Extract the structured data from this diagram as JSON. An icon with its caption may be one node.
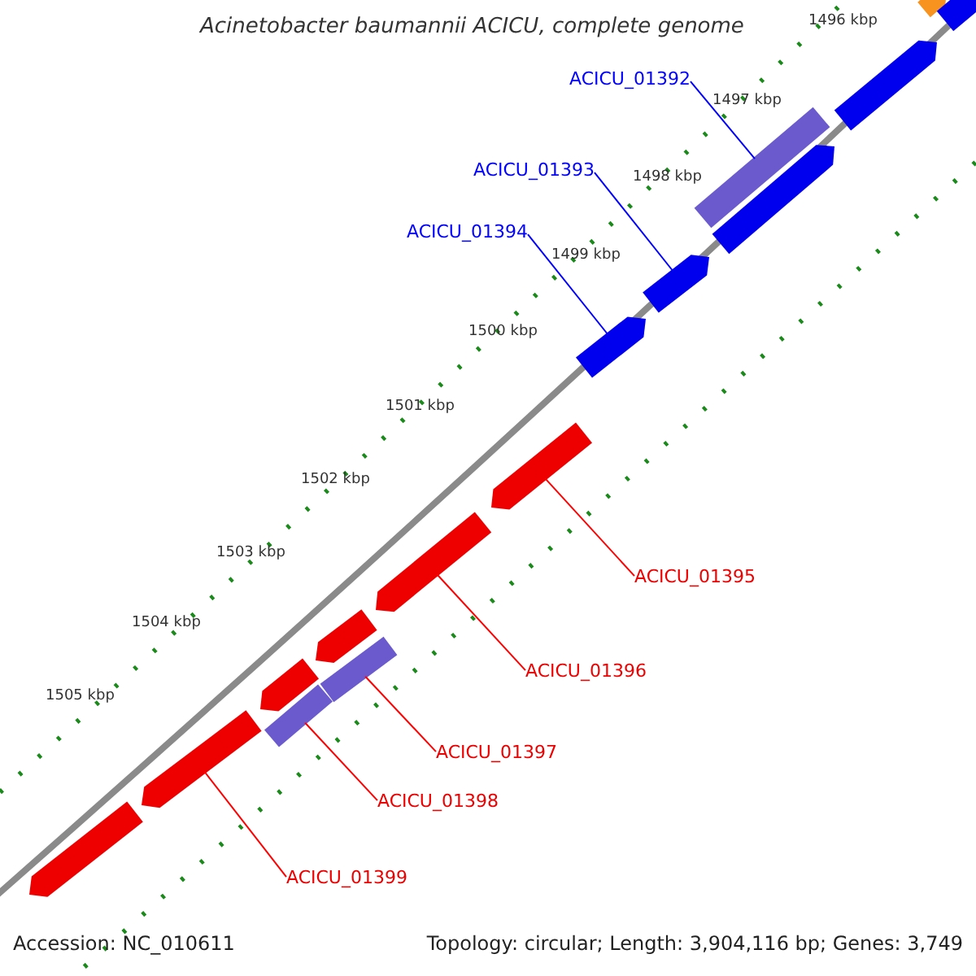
{
  "diagram": {
    "title": "Acinetobacter baumannii ACICU, complete genome",
    "nodes": [
      {
        "text": [
          "ACICU_01392"
        ]
      },
      {
        "text": [
          "ACICU_01393"
        ]
      },
      {
        "text": [
          "ACICU_01394"
        ]
      },
      {
        "text": [
          "ACICU_01395"
        ]
      },
      {
        "text": [
          "ACICU_01396"
        ]
      },
      {
        "text": [
          "ACICU_01397"
        ]
      },
      {
        "text": [
          "ACICU_01398"
        ]
      },
      {
        "text": [
          "ACICU_01399"
        ]
      },
      {
        "text": [],
        "shape": "arrow"
      },
      {
        "text": [],
        "shape": "arrow"
      },
      {
        "text": [],
        "shape": "arrow"
      },
      {
        "text": [],
        "shape": "bar"
      },
      {
        "text": [],
        "shape": "arrow"
      },
      {
        "text": [],
        "shape": "arrow"
      },
      {
        "text": [],
        "shape": "arrow"
      },
      {
        "text": [],
        "shape": "arrow"
      },
      {
        "text": [],
        "shape": "arrow"
      },
      {
        "text": [],
        "shape": "arrow"
      },
      {
        "text": [],
        "shape": "bar"
      },
      {
        "text": [],
        "shape": "arrow"
      },
      {
        "text": [],
        "shape": "bar"
      },
      {
        "text": [],
        "shape": "arrow"
      },
      {
        "text": [],
        "shape": "arrow"
      }
    ],
    "edges": [
      {
        "from": 0,
        "to": 11,
        "arrow": "none",
        "color": "#0000ff"
      },
      {
        "from": 1,
        "to": 13,
        "arrow": "none",
        "color": "#0000ff"
      },
      {
        "from": 2,
        "to": 14,
        "arrow": "none",
        "color": "#0000ff"
      },
      {
        "from": 3,
        "to": 15,
        "arrow": "none"
      },
      {
        "from": 4,
        "to": 16,
        "arrow": "none"
      },
      {
        "from": 5,
        "to": 18,
        "arrow": "none"
      },
      {
        "from": 6,
        "to": 20,
        "arrow": "none"
      },
      {
        "from": 7,
        "to": 21,
        "arrow": "none"
      }
    ],
    "labels": [
      "1496 kbp",
      "1497 kbp",
      "1498 kbp",
      "1499 kbp",
      "1500 kbp",
      "1501 kbp",
      "1502 kbp",
      "1503 kbp",
      "1504 kbp",
      "1505 kbp",
      "Accession: NC_010611",
      "Topology: circular; Length: 3,904,116 bp; Genes: 3,749"
    ]
  }
}
